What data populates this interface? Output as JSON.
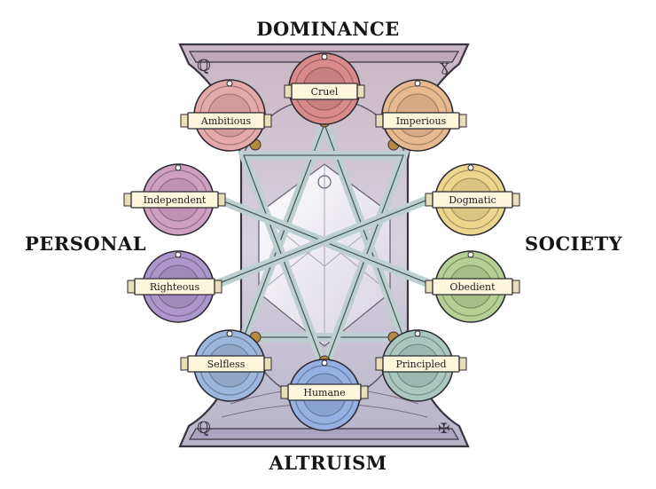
{
  "axes": {
    "top": "DOMINANCE",
    "bottom": "ALTRUISM",
    "left": "PERSONAL",
    "right": "SOCIETY"
  },
  "traits": [
    {
      "id": "cruel",
      "label": "Cruel",
      "color": "#d98a8a"
    },
    {
      "id": "ambitious",
      "label": "Ambitious",
      "color": "#e4a9a9"
    },
    {
      "id": "imperious",
      "label": "Imperious",
      "color": "#e7b98f"
    },
    {
      "id": "independent",
      "label": "Independent",
      "color": "#cf9fbf"
    },
    {
      "id": "dogmatic",
      "label": "Dogmatic",
      "color": "#ecd58c"
    },
    {
      "id": "righteous",
      "label": "Righteous",
      "color": "#ad96cc"
    },
    {
      "id": "obedient",
      "label": "Obedient",
      "color": "#b5cf94"
    },
    {
      "id": "selfless",
      "label": "Selfless",
      "color": "#9cb6dc"
    },
    {
      "id": "principled",
      "label": "Principled",
      "color": "#a9c7be"
    },
    {
      "id": "humane",
      "label": "Humane",
      "color": "#96b0e4"
    }
  ],
  "icons": {
    "top_left_corner": "script-q-glyph",
    "top_right_corner": "script-y-glyph",
    "bottom_left_corner": "script-q-glyph",
    "bottom_right_corner": "cross-flower-glyph",
    "center_top": "ornamental-crest"
  }
}
